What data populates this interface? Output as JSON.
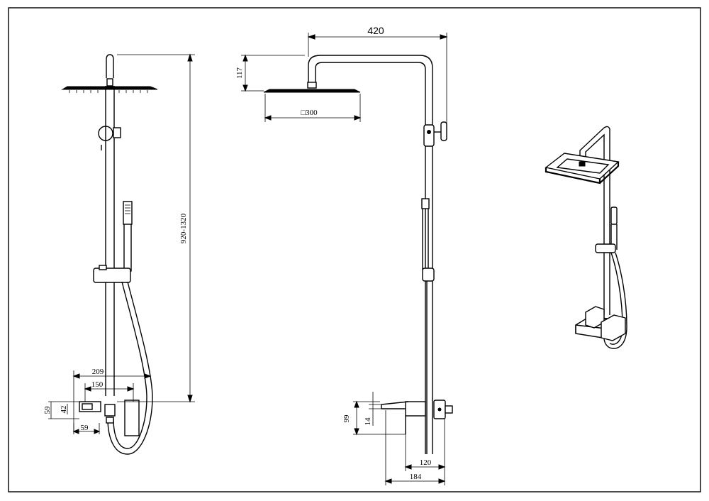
{
  "side_view": {
    "height_range": "920-1320",
    "width_209": "209",
    "width_150": "150",
    "height_59": "59",
    "height_42": "42",
    "depth_59": "59"
  },
  "front_view": {
    "arm_length": "420",
    "head_height": "117",
    "head_size": "□300",
    "height_99": "99",
    "height_14": "14",
    "spout_120": "120",
    "spout_184": "184"
  }
}
